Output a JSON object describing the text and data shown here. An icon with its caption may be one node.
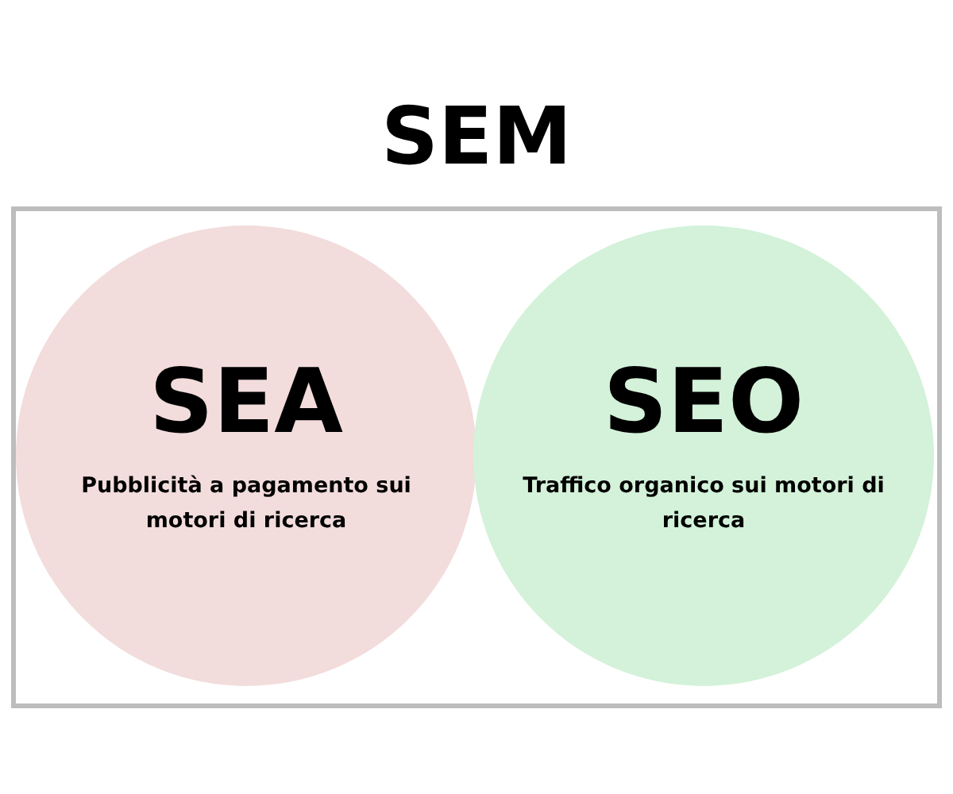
{
  "diagram": {
    "nodes": [
      {
        "text": [
          "SEM"
        ]
      },
      {
        "text": [
          "SEA",
          "Pubblicità a pagamento sui motori di ricerca"
        ],
        "in": 0
      },
      {
        "text": [
          "SEO",
          "Traffico organico sui motori di ricerca"
        ],
        "in": 0
      }
    ]
  }
}
